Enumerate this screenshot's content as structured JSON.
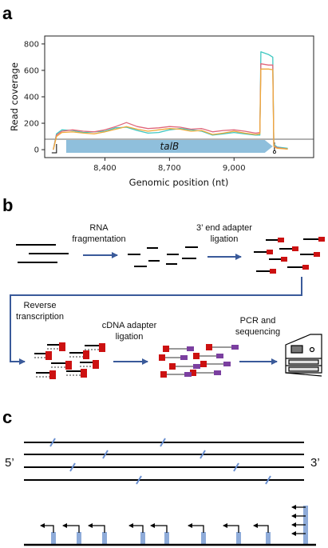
{
  "panels": {
    "a": "a",
    "b": "b",
    "c": "c"
  },
  "chart_data": {
    "type": "line",
    "ylabel": "Read coverage",
    "xlabel": "Genomic position (nt)",
    "y_ticks": [
      "0",
      "200",
      "400",
      "600",
      "800"
    ],
    "x_ticks": [
      "8,400",
      "8,700",
      "9,000"
    ],
    "x_tick_values": [
      8400,
      8700,
      9000
    ],
    "xlim": [
      8120,
      9370
    ],
    "ylim": [
      -60,
      860
    ],
    "gene": {
      "label": "talB",
      "start": 8220,
      "end": 9180,
      "color": "#8fbfdc"
    },
    "series": [
      {
        "color": "#3fc7c0",
        "x": [
          8160,
          8175,
          8200,
          8250,
          8300,
          8350,
          8400,
          8450,
          8500,
          8550,
          8600,
          8650,
          8700,
          8750,
          8800,
          8850,
          8900,
          8950,
          9000,
          9050,
          9100,
          9120,
          9125,
          9160,
          9180,
          9185,
          9200,
          9250
        ],
        "y": [
          0,
          120,
          150,
          145,
          130,
          135,
          140,
          165,
          170,
          145,
          125,
          130,
          150,
          160,
          150,
          140,
          110,
          120,
          130,
          120,
          110,
          110,
          740,
          720,
          700,
          40,
          20,
          10
        ]
      },
      {
        "color": "#e0667a",
        "x": [
          8160,
          8175,
          8200,
          8250,
          8300,
          8350,
          8400,
          8450,
          8500,
          8550,
          8600,
          8650,
          8700,
          8750,
          8800,
          8850,
          8900,
          8950,
          9000,
          9050,
          9100,
          9120,
          9125,
          9160,
          9180,
          9185,
          9200,
          9250
        ],
        "y": [
          0,
          110,
          140,
          150,
          140,
          135,
          150,
          175,
          205,
          175,
          160,
          165,
          175,
          170,
          155,
          160,
          135,
          145,
          150,
          140,
          125,
          130,
          650,
          640,
          640,
          30,
          15,
          5
        ]
      },
      {
        "color": "#f0a93a",
        "x": [
          8160,
          8175,
          8200,
          8250,
          8300,
          8350,
          8400,
          8450,
          8500,
          8550,
          8600,
          8650,
          8700,
          8750,
          8800,
          8850,
          8900,
          8950,
          9000,
          9050,
          9100,
          9120,
          9125,
          9160,
          9180,
          9185,
          9200,
          9250
        ],
        "y": [
          0,
          100,
          130,
          135,
          125,
          120,
          135,
          155,
          175,
          155,
          140,
          150,
          160,
          155,
          140,
          145,
          115,
          125,
          140,
          125,
          115,
          120,
          610,
          610,
          605,
          25,
          10,
          5
        ]
      }
    ]
  },
  "workflow": {
    "step1": [
      "RNA",
      "fragmentation"
    ],
    "step2": [
      "3’ end adapter",
      "ligation"
    ],
    "step3": [
      "Reverse",
      "transcription"
    ],
    "step4": [
      "cDNA adapter",
      "ligation"
    ],
    "step5": [
      "PCR and",
      "sequencing"
    ]
  },
  "panel_c": {
    "five_prime": "5’",
    "three_prime": "3’"
  },
  "colors": {
    "axis_arrow": "#3a5a9a",
    "adapter_red": "#cc1111",
    "adapter_purple": "#7b3fa0",
    "cdna_gray": "#999999",
    "cut_blue": "#6a8fd0",
    "bar_blue": "#8eabd9"
  }
}
